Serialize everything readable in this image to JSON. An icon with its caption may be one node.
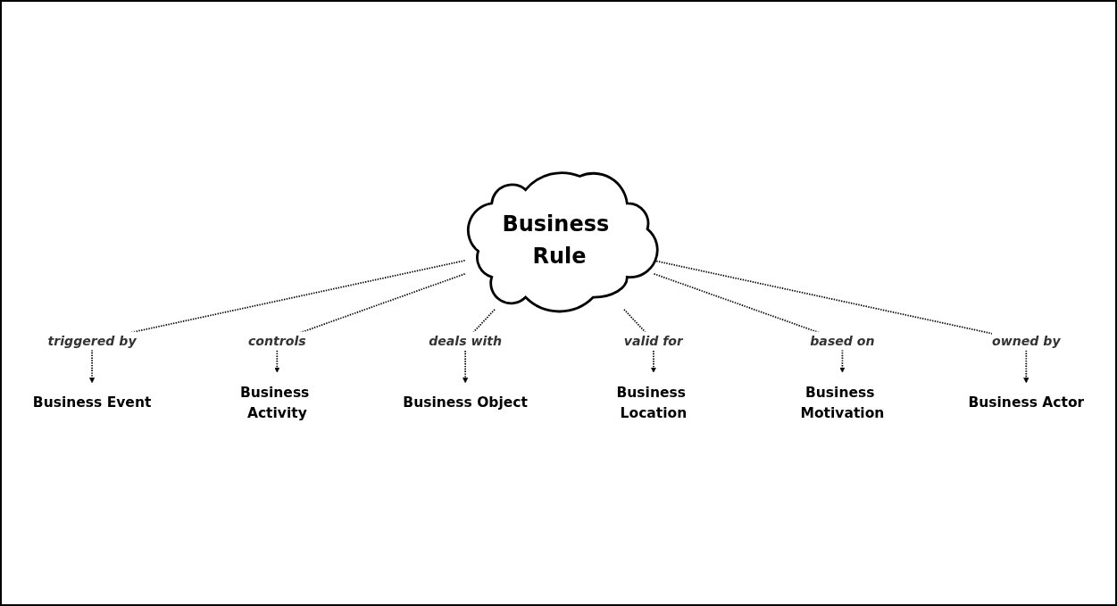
{
  "diagram": {
    "nodes": [
      {
        "text": [
          "Business Event"
        ]
      },
      {
        "text": [
          "Business Activity"
        ]
      },
      {
        "text": [
          "Business Object"
        ]
      },
      {
        "text": [
          "Business Rule"
        ]
      },
      {
        "text": [
          "Business Location"
        ]
      },
      {
        "text": [
          "Business Motivation"
        ]
      },
      {
        "text": [
          "Business Actor"
        ]
      }
    ],
    "edges": [
      {
        "from": 3,
        "to": 0,
        "arrow": "to",
        "label": "triggered by",
        "style": "dashed"
      },
      {
        "from": 3,
        "to": 1,
        "arrow": "to",
        "label": "controls",
        "style": "dashed"
      },
      {
        "from": 3,
        "to": 2,
        "arrow": "to",
        "label": "deals with",
        "style": "dashed"
      },
      {
        "from": 3,
        "to": 4,
        "arrow": "to",
        "label": "valid for",
        "style": "dashed"
      },
      {
        "from": 3,
        "to": 5,
        "arrow": "to",
        "label": "based on",
        "style": "dashed"
      },
      {
        "from": 3,
        "to": 6,
        "arrow": "to",
        "label": "owned by",
        "style": "dashed"
      }
    ]
  }
}
